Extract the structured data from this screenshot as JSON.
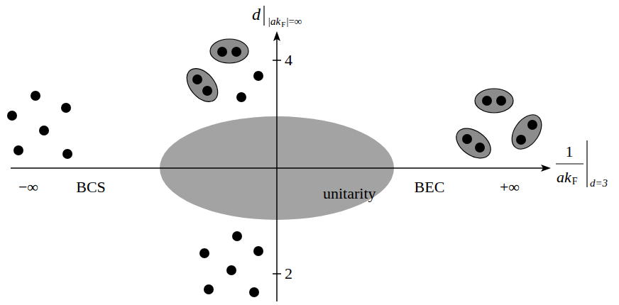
{
  "diagram": {
    "nodes": [
      {
        "text": [
          "unitarity"
        ]
      }
    ],
    "labels": [
      "d",
      "|ak",
      "F",
      "|=∞",
      "4",
      "2",
      "−∞",
      "BCS",
      "BEC",
      "+∞",
      "1",
      "ak",
      "F",
      "d=3"
    ]
  }
}
